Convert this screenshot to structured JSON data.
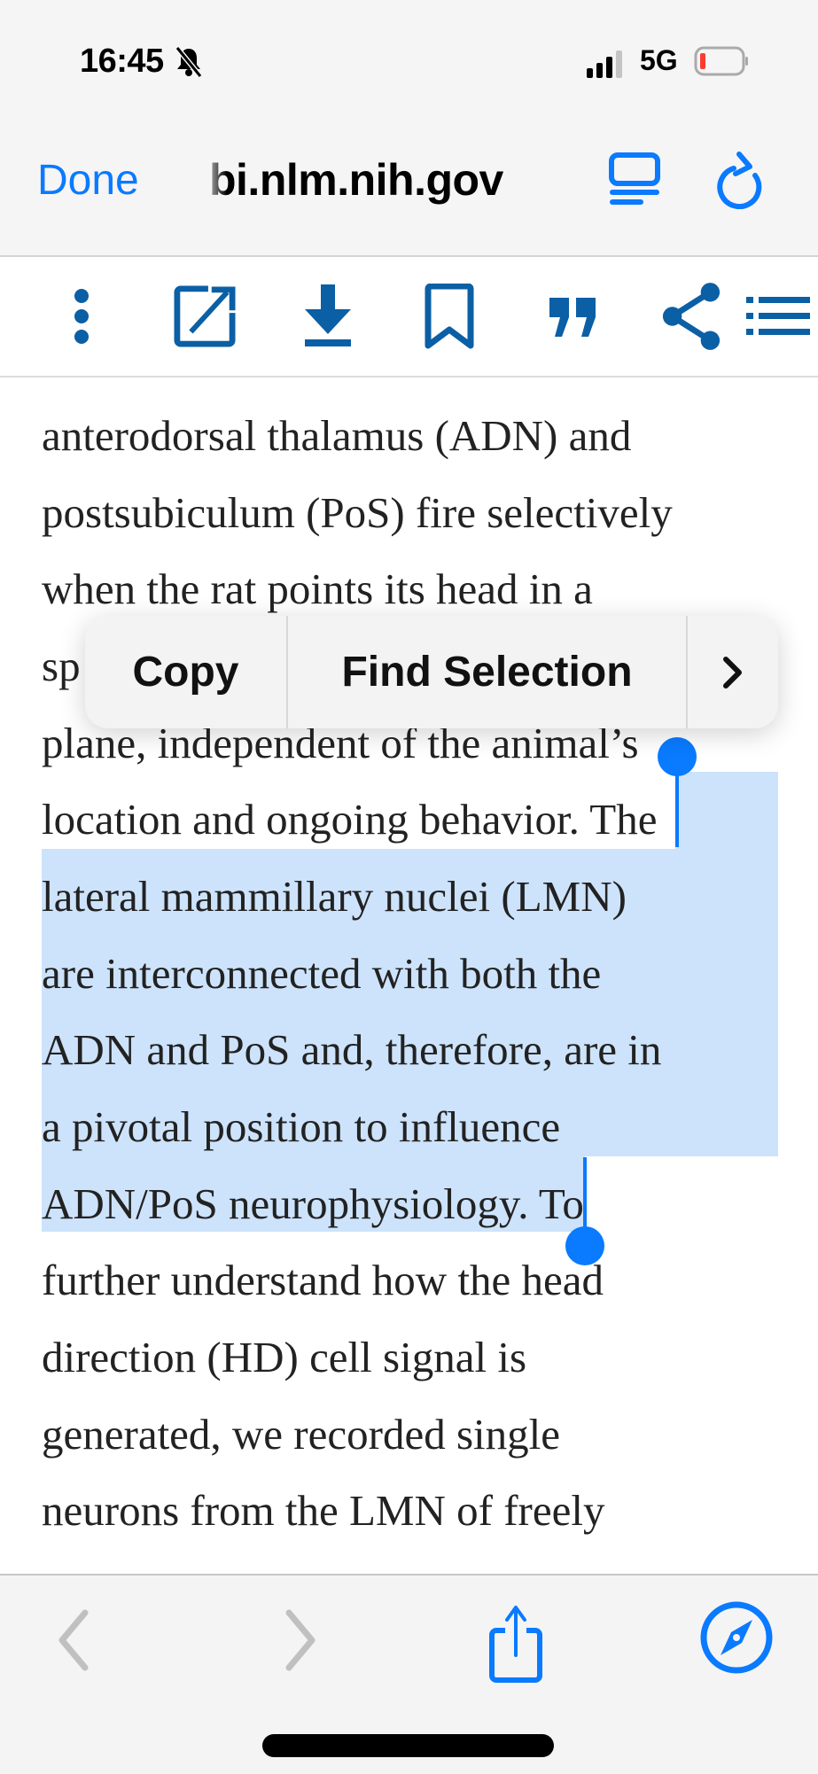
{
  "status_bar": {
    "time": "16:45",
    "network": "5G",
    "battery_color": "#ff3b30"
  },
  "nav_bar": {
    "done_label": "Done",
    "domain": "bi.nlm.nih.gov",
    "accent": "#0a7aff"
  },
  "toolbar": {
    "icons": [
      "more-icon",
      "open-external-icon",
      "download-icon",
      "bookmark-icon",
      "cite-quote-icon",
      "share-icon",
      "list-icon"
    ],
    "color": "#0b5fa5"
  },
  "article": {
    "lines": [
      "anterodorsal thalamus (ADN) and",
      "postsubiculum (PoS) fire selectively",
      "when the rat points its head in a",
      "sp",
      "plane, independent of the animal’s",
      "location and ongoing behavior. ",
      "The",
      "lateral mammillary nuclei (LMN)",
      "are interconnected with both the",
      "ADN and PoS and, therefore, are in",
      "a pivotal position to influence",
      "ADN/PoS neurophysiology.",
      " To",
      "further understand how the head",
      "direction (HD) cell signal is",
      "generated, we recorded single",
      "neurons from the LMN of freely"
    ],
    "selection_color": "#cde3fb"
  },
  "context_menu": {
    "copy_label": "Copy",
    "find_label": "Find Selection",
    "more_label": "›"
  },
  "bottom_bar": {
    "icons": [
      "back-icon",
      "forward-icon",
      "share-icon",
      "safari-compass-icon"
    ]
  }
}
